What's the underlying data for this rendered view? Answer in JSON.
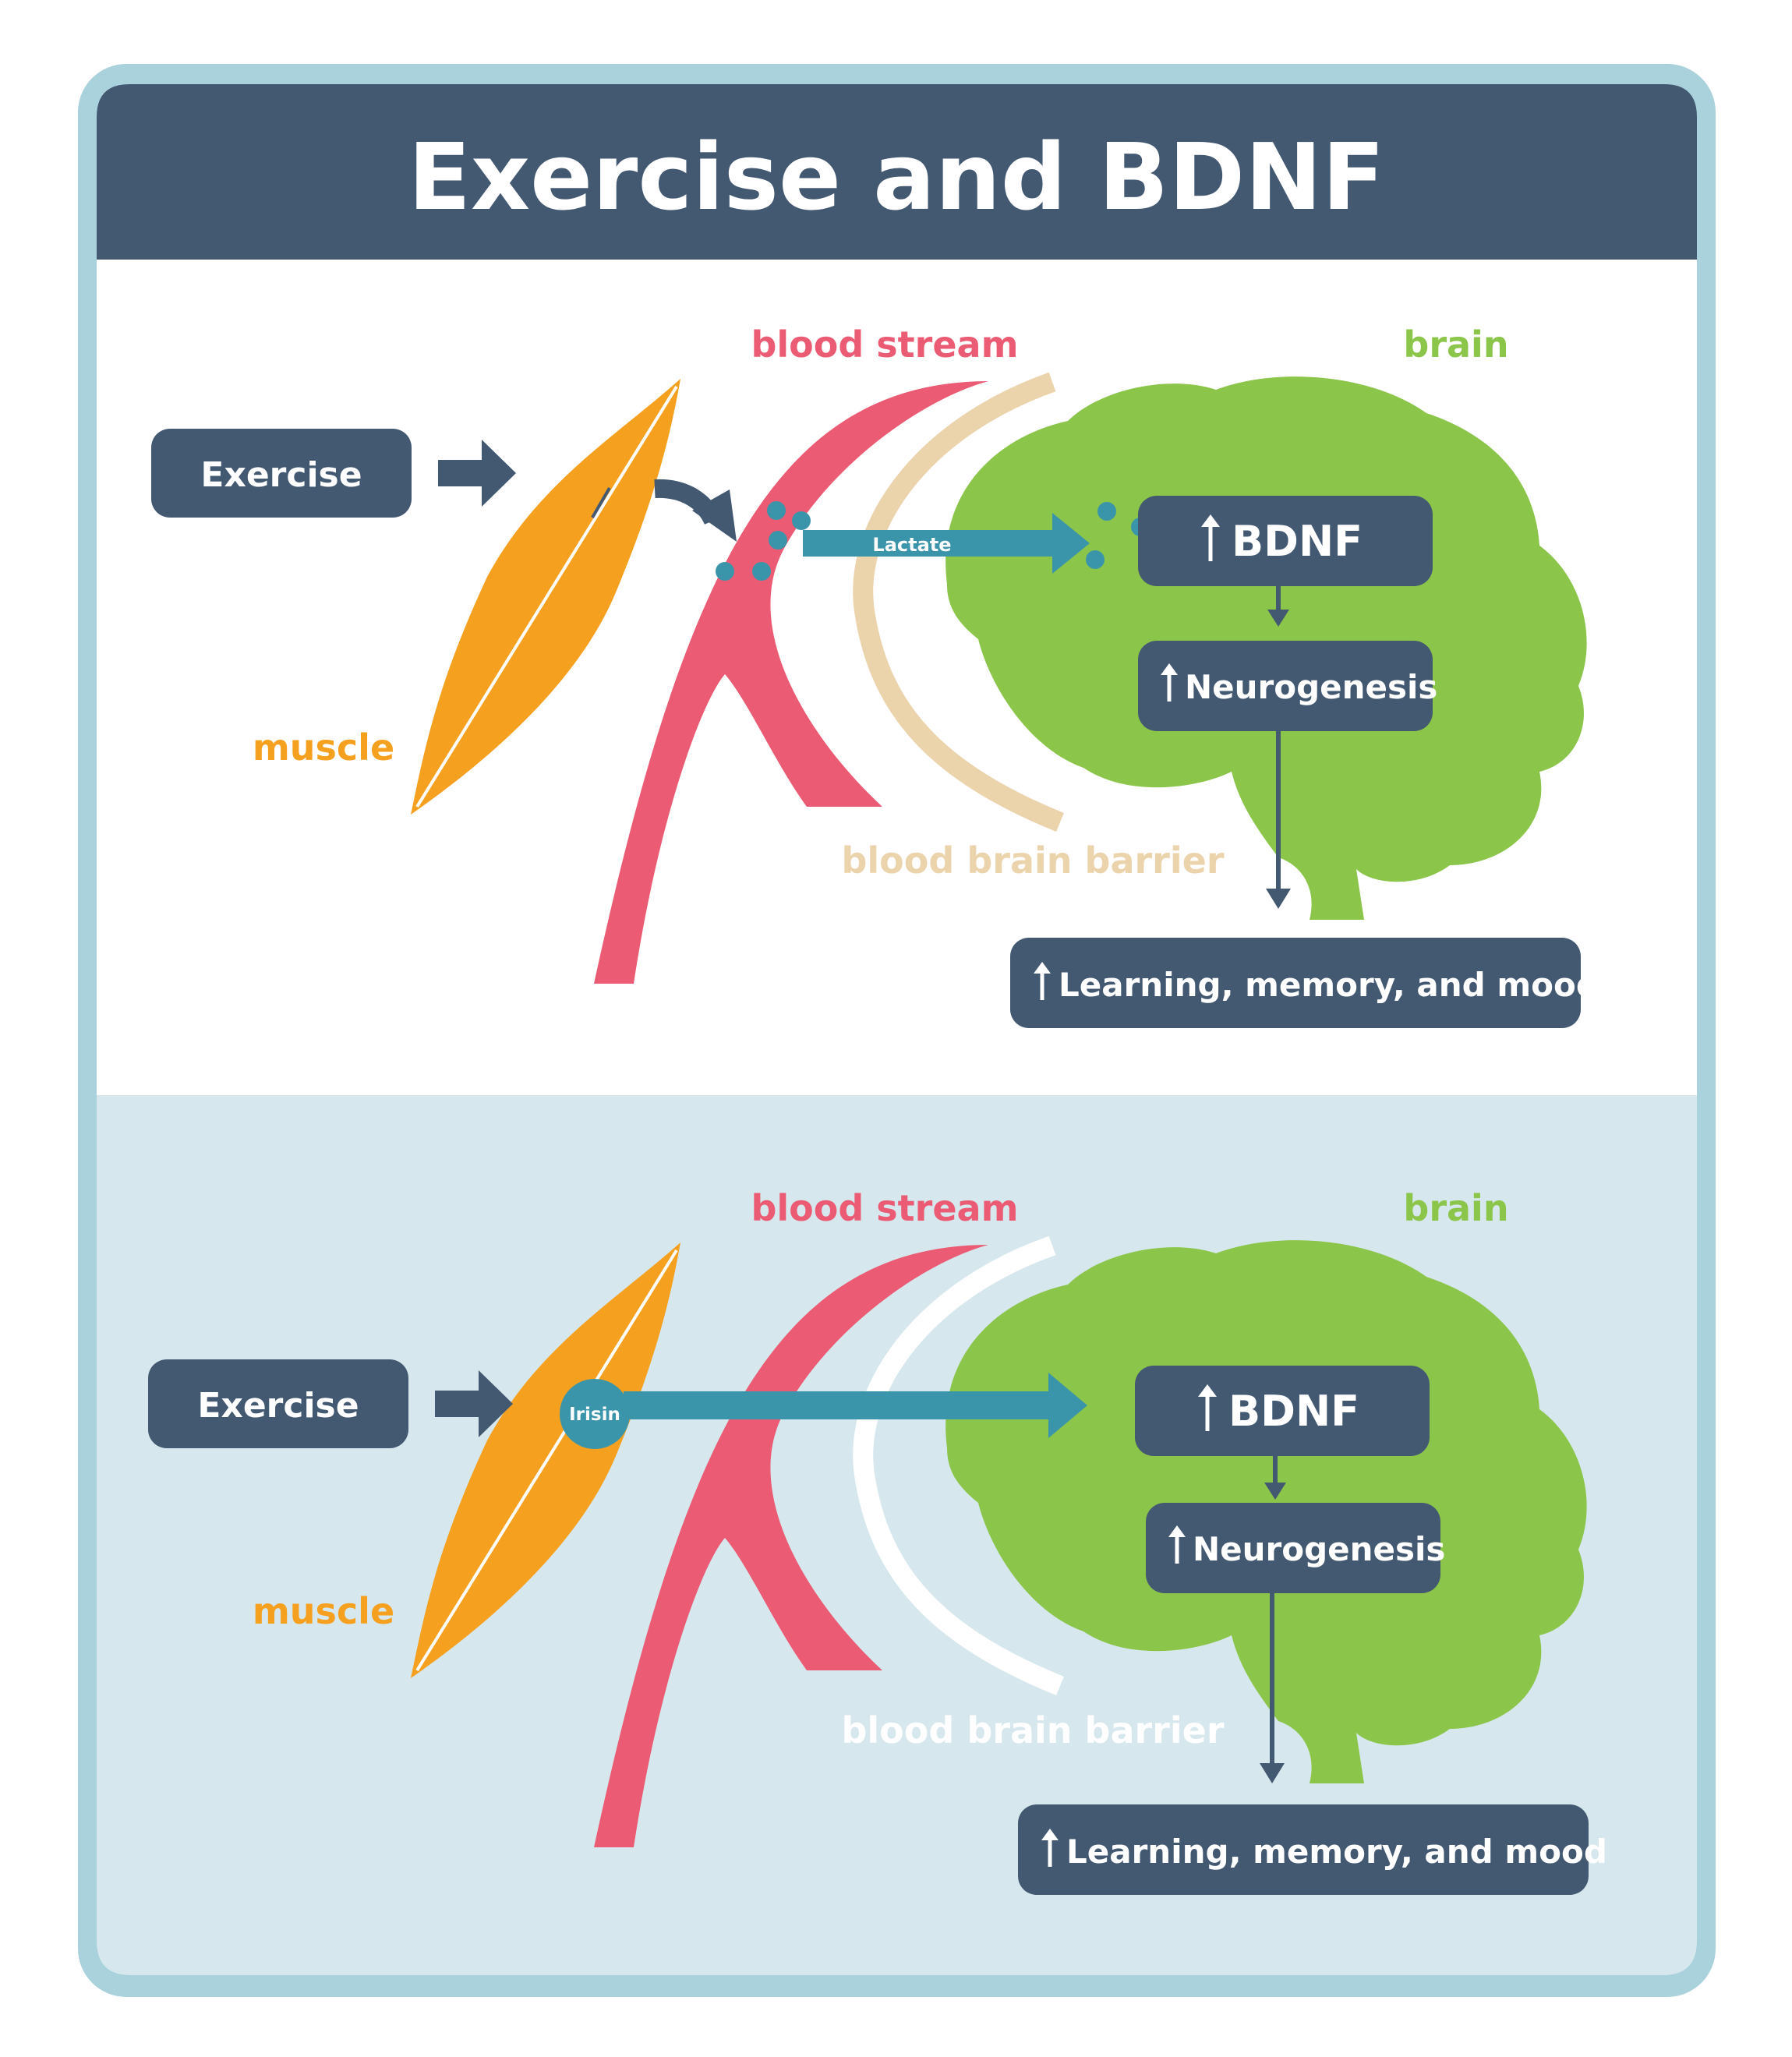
{
  "title": "Exercise and BDNF",
  "colors": {
    "frame": "#a9d2dc",
    "header": "#435972",
    "box": "#435972",
    "blood": "#eb5b74",
    "muscle": "#f5a01f",
    "brain": "#8bc54a",
    "molecule": "#3b95aa",
    "barrier_top": "#ebd3ab",
    "barrier_bottom": "#ffffff",
    "panel_bottom_bg": "#d6e8ed"
  },
  "panels": [
    {
      "exercise": "Exercise",
      "muscle": "muscle",
      "blood_stream": "blood stream",
      "brain": "brain",
      "barrier": "blood brain barrier",
      "molecule": "Lactate",
      "bdnf": "BDNF",
      "neurogenesis": "Neurogenesis",
      "outcome": "Learning, memory, and mood"
    },
    {
      "exercise": "Exercise",
      "muscle": "muscle",
      "blood_stream": "blood stream",
      "brain": "brain",
      "barrier": "blood brain barrier",
      "molecule": "Irisin",
      "bdnf": "BDNF",
      "neurogenesis": "Neurogenesis",
      "outcome": "Learning, memory, and mood"
    }
  ]
}
